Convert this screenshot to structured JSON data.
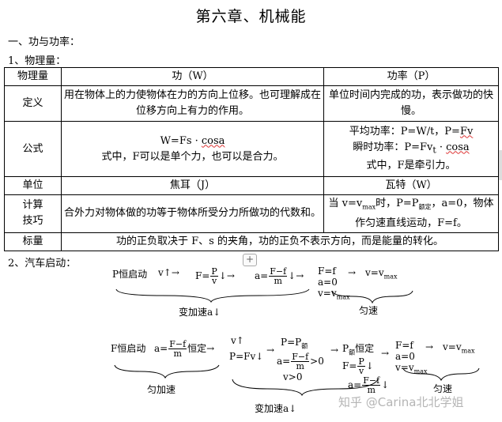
{
  "title": "第六章、机械能",
  "section1": "一、功与功率：",
  "section1_sub": "1、物理量：",
  "table": {
    "headers": [
      "物理量",
      "功（W）",
      "功率（P）"
    ],
    "rows": {
      "definition": {
        "label": "定义",
        "work": "用在物体上的力使物体在力的方向上位移。也可理解成在位移方向上有力的作用。",
        "power": "单位时间内完成的功，表示做功的快慢。"
      },
      "formula": {
        "label": "公式",
        "work_main": "W=Fs · ",
        "work_cos": "cosa",
        "work_note": "式中，F可以是单个力，也可以是合力。",
        "power_avg_a": "平均功率：P=W/t，P=",
        "power_avg_b": "Fv",
        "power_inst_a": "瞬时功率：P=Fv",
        "power_inst_sub": "t",
        "power_inst_b": " · ",
        "power_inst_cos": "cosa",
        "power_note": "式中，F是牵引力。"
      },
      "unit": {
        "label": "单位",
        "work": "焦耳（J）",
        "power": "瓦特（W）"
      },
      "calc": {
        "label1": "计算",
        "label2": "技巧",
        "work": "合外力对物体做的功等于物体所受分力所做功的代数和。",
        "power_a": "当 v=v",
        "power_max": "max",
        "power_b": "时，P=P",
        "power_rated": "额定",
        "power_c": "，a=0，物体作匀速直线运动，F=f。"
      },
      "sign": {
        "label": "标量",
        "text": "功的正负取决于 F、s 的夹角，功的正负不表示方向，而是能量的转化。"
      }
    }
  },
  "section2": "2、汽车启动：",
  "plus_button": "+",
  "diagram1": {
    "start": "P恒启动",
    "v_up": "v↑→",
    "F_eq": "F=",
    "P": "P",
    "v": "v",
    "down1": "↓→",
    "a_eq": "a=",
    "Ff": "F−f",
    "m": "m",
    "down2": "↓→",
    "Ff_eq": "F=f",
    "a0": "a=0",
    "vmax_eq": "v=v",
    "max": "max",
    "arrow_v": "→",
    "v_vmax": "v=v",
    "var_label": "变加速a↓",
    "uniform_label": "匀速"
  },
  "diagram2": {
    "start": "F恒启动",
    "a_eq": "a=",
    "Ff": "F−f",
    "m": "m",
    "const": "恒定→",
    "v_up": "v↑",
    "P_eq": "P=Fv↓",
    "arrow": "→",
    "PP": "P=P",
    "rated": "额",
    "a_eq2": "a=",
    "gt0": ">0",
    "v_gt0": "v>0",
    "P_rated": "P",
    "rated2": "额",
    "const2": "恒定",
    "F_eq": "F=",
    "P": "P",
    "v": "v",
    "down": "↓",
    "a_eq3": "a=",
    "Ff_eq": "F=f",
    "a0": "a=0",
    "vmax_eq": "v=v",
    "max": "max",
    "arrow_v": "→",
    "v_vmax": "v=v",
    "uniform_acc": "匀加速",
    "var_label": "变加速a↓",
    "uniform_label": "匀速"
  },
  "watermark": "知乎 @Carina北北学姐"
}
